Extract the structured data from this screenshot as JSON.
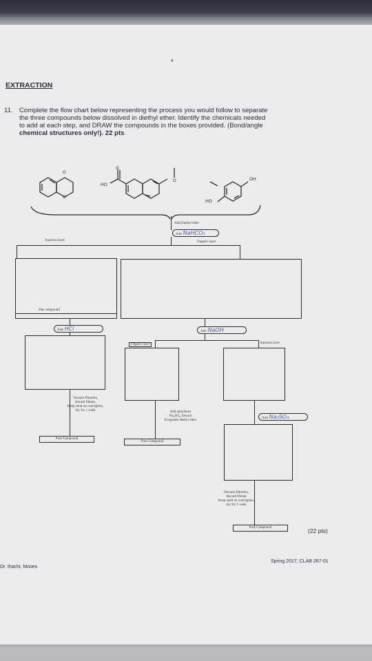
{
  "page": {
    "number": "4",
    "section_title": "EXTRACTION",
    "question": {
      "number": "11.",
      "line1": "Complete the flow chart below representing the process you would follow to separate",
      "line2": "the three compounds below dissolved in diethyl ether. Identify the chemicals needed",
      "line3": "to add at each step, and DRAW the compounds in the boxes provided. (Bond/angle",
      "line4": "chemical structures only!). 22 pts"
    },
    "structure_labels": {
      "ho_acid": "HO",
      "ho_phenol": "HO",
      "oh_phenol": "OH",
      "o1": "O",
      "o2": "O",
      "o3": "O",
      "o4": "O"
    },
    "footer_left": "Dr. Ihachi, Moses",
    "footer_right": "Spring 2017, CLAB 267-01",
    "points": "(22 pts)"
  },
  "flow": {
    "add_diethyl_ether": "Add Diethyl ether",
    "step1_prefix": "Add",
    "step1_handwritten": "NaHCO₃",
    "aqueous_layer_1": "Aqueous layer",
    "organic_layer_1": "Organic layer",
    "one_compound": "One compound",
    "step2_prefix": "Add",
    "step2_handwritten": "HCl",
    "step3_prefix": "Add",
    "step3_handwritten": "NaOH",
    "organic_layer_2": "Organic layer",
    "aqueous_layer_2": "Aqueous layer",
    "vacuum_left": [
      "Vacuum filtration,",
      "discard filtrate,",
      "Keep solid on watchglass,",
      "dry for 1 week"
    ],
    "anhydrous": [
      "Add anhydrous",
      "Na₂SO₄, Decant",
      "Evaporate diethyl ether"
    ],
    "step4_prefix": "Add",
    "step4_handwritten": "Na₂SO₄",
    "vacuum_right": [
      "Vacuum filtration,",
      "discard filtrate",
      "Keep solid on watchglass,",
      "dry for 1 week"
    ],
    "pure_compound_left": "Pure Compound",
    "pure_compound_mid": "Pure Compound",
    "pure_compound_right": "Pure Compound"
  }
}
